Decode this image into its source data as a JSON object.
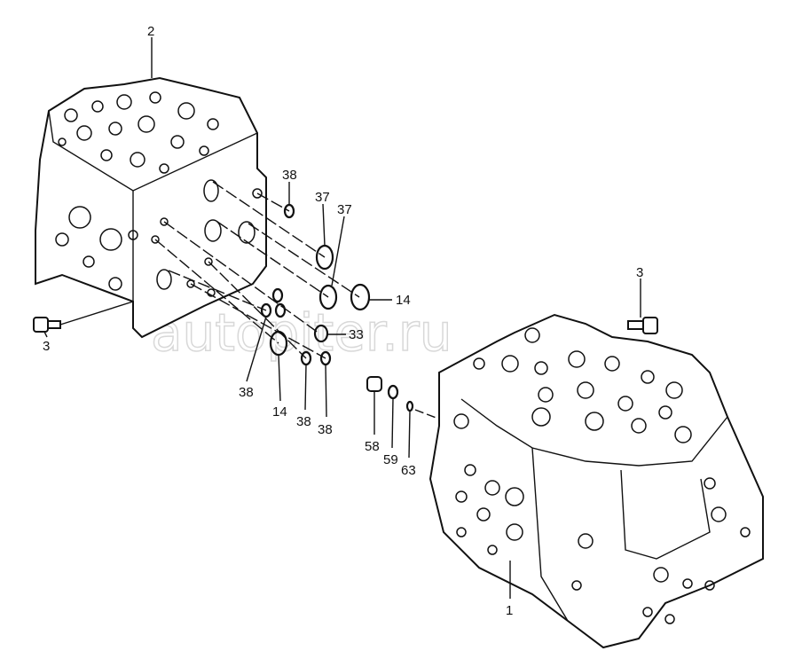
{
  "diagram": {
    "watermark": "autopiter.ru",
    "labels": {
      "part_2": "2",
      "part_38_top": "38",
      "part_37_a": "37",
      "part_37_b": "37",
      "part_14_right": "14",
      "part_33": "33",
      "part_3_left": "3",
      "part_38_a": "38",
      "part_14_bottom": "14",
      "part_38_b": "38",
      "part_38_c": "38",
      "part_3_right": "3",
      "part_58": "58",
      "part_59": "59",
      "part_63": "63",
      "part_1": "1"
    }
  }
}
